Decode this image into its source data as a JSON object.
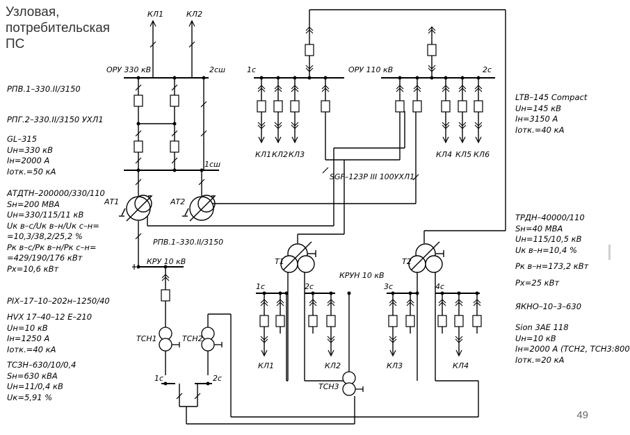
{
  "title": {
    "line1": "Узловая,",
    "line2": "потребительская",
    "line3": "ПС"
  },
  "page_number": "49",
  "top_labels": {
    "kl1": "КЛ1",
    "kl2": "КЛ2"
  },
  "ory330": {
    "label": "ОРУ 330 кВ",
    "bus2": "2сш",
    "bus1": "1сш"
  },
  "ory110": {
    "label": "ОРУ 110 кВ",
    "sec1": "1с",
    "sec2": "2с",
    "feeders": [
      "КЛ1",
      "КЛ2",
      "КЛ3",
      "КЛ4",
      "КЛ5",
      "КЛ6"
    ]
  },
  "transformers": {
    "at1": "АТ1",
    "at2": "АТ2",
    "t1": "Т1",
    "t2": "Т2",
    "tsn1": "ТСН1",
    "tsn2": "ТСН2",
    "tsn3": "ТСН3"
  },
  "kru10": {
    "label": "КРУ 10 кВ"
  },
  "krun10": {
    "label": "КРУН 10 кВ",
    "secs": [
      "1с",
      "2с",
      "3с",
      "4с"
    ],
    "feeders": [
      "КЛ1",
      "КЛ2",
      "КЛ3",
      "КЛ4"
    ]
  },
  "aux": {
    "sec1": "1с",
    "sec2": "2с"
  },
  "inline_labels": {
    "rpv_below": "РПВ.1–330.II/3150",
    "sgf": "SGF–123P  III  100УХЛ1"
  },
  "left_specs": {
    "rpv1": "РПВ.1–330.II/3150",
    "rpg2": "РПГ.2–330.II/3150 УХЛ1",
    "gl_lines": [
      "GL–315",
      "Uн=330 кВ",
      "Iн=2000 А",
      "Iотк.=50 кА"
    ],
    "at_lines": [
      "АТДТН–200000/330/110",
      "Sн=200 МВА",
      "Uн=330/115/11 кВ",
      "Uк в–с/Uк в–н/Uк с–н=",
      "=10,3/38,2/25,2 %",
      "Pк в–с/Pк в–н/Pк с–н=",
      "=429/190/176 кВт",
      "Pх=10,6 кВт"
    ],
    "pix": "PIX–17–10–202н–1250/40",
    "hvx_lines": [
      "HVX 17–40–12 E–210",
      "Uн=10 кВ",
      "Iн=1250 А",
      "Iотк.=40 кА"
    ],
    "tszn_lines": [
      "ТСЗН–630/10/0,4",
      "Sн=630 кВА",
      "Uн=11/0,4 кВ",
      "Uк=5,91 %"
    ]
  },
  "right_specs": {
    "ltb_lines": [
      "LTB–145 Compact",
      "Uн=145 кВ",
      "Iн=3150 А",
      "Iотк.=40 кА"
    ],
    "trdn_lines": [
      "ТРДН–40000/110",
      "Sн=40 МВА",
      "Uн=115/10,5 кВ",
      "Uк в–н=10,4 %"
    ],
    "pk": "Pк в–н=173,2 кВт",
    "px": "Pх=25 кВт",
    "yakno": "ЯКНО–10–3–630",
    "sion_lines": [
      "Sion 3AE 118",
      "Uн=10 кВ",
      "Iн=2000 А (ТСН2, ТСН3:800",
      "Iотк.=20 кА"
    ]
  }
}
